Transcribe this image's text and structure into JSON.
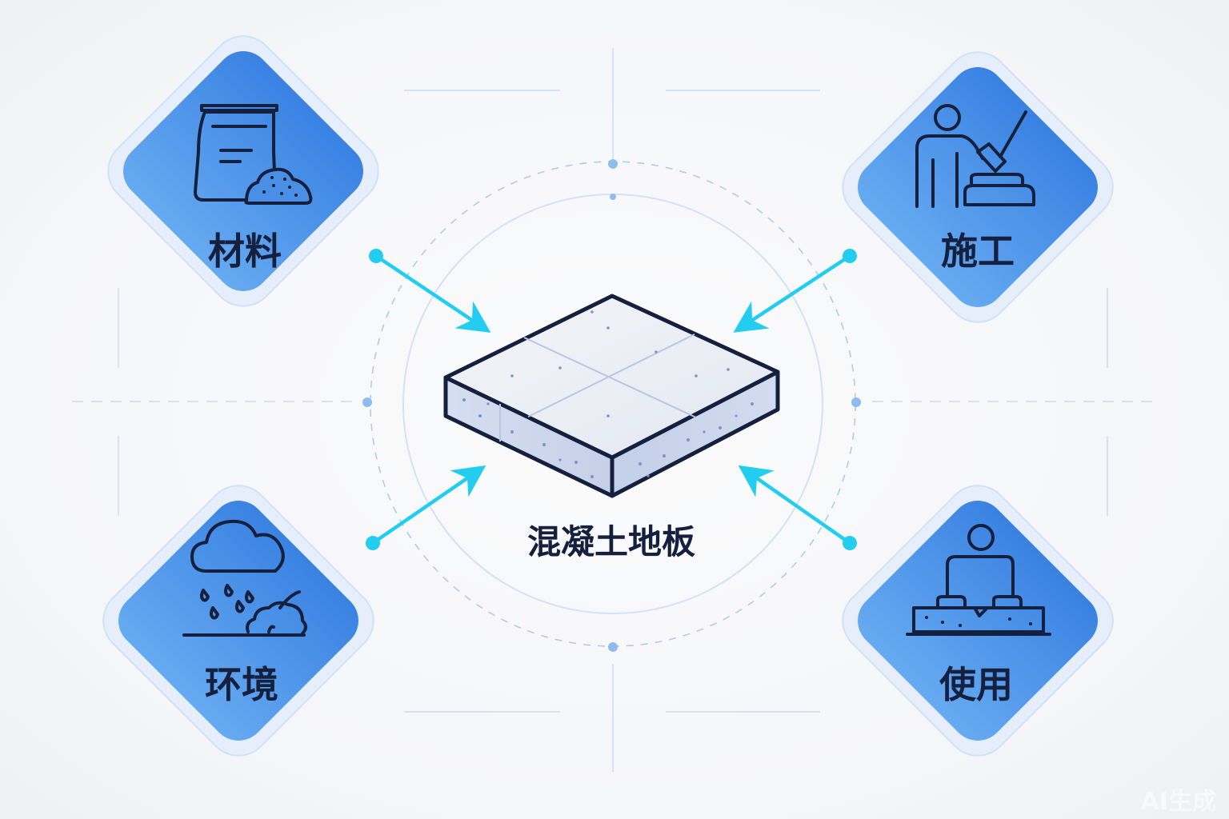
{
  "diagram": {
    "center": {
      "label": "混凝土地板",
      "icon": "concrete-slab-icon"
    },
    "nodes": [
      {
        "id": "materials",
        "label": "材料",
        "icon": "cement-bag-icon"
      },
      {
        "id": "construction",
        "label": "施工",
        "icon": "worker-trowel-icon"
      },
      {
        "id": "environment",
        "label": "环境",
        "icon": "rain-cloud-icon"
      },
      {
        "id": "usage",
        "label": "使用",
        "icon": "person-on-floor-icon"
      }
    ],
    "edges": [
      {
        "from": "materials",
        "to": "center"
      },
      {
        "from": "construction",
        "to": "center"
      },
      {
        "from": "environment",
        "to": "center"
      },
      {
        "from": "usage",
        "to": "center"
      }
    ],
    "watermark": "AI生成"
  },
  "colors": {
    "node_fill_top": "#3d86e3",
    "node_fill_bottom": "#63a8f0",
    "node_halo": "#dbe6fb",
    "arrow": "#2bd0f0",
    "guide": "#b7d3f7",
    "ink": "#15203f",
    "slab_top": "#eef0f6",
    "slab_side": "#c9d4ea"
  }
}
